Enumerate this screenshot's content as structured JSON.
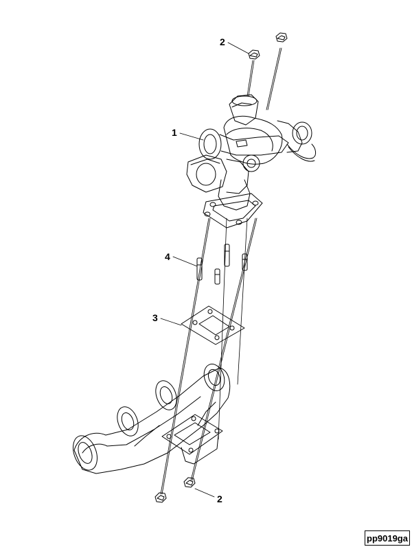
{
  "callouts": {
    "nut_top": "2",
    "turbocharger": "1",
    "stud": "4",
    "gasket": "3",
    "nut_bottom": "2"
  },
  "reference_code": "pp9019ga",
  "icons": {
    "nut": "hex-nut-icon",
    "stud": "stud-bolt-icon"
  }
}
